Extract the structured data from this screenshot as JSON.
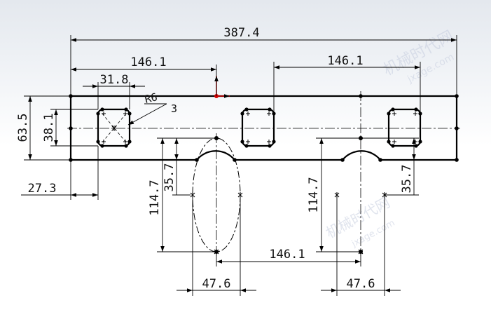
{
  "drawing": {
    "dimensions": {
      "overall_length": "387.4",
      "left_slot_offset": "146.1",
      "right_slot_offset": "146.1",
      "bottom_center_offset": "146.1",
      "square_width": "31.8",
      "height_total": "63.5",
      "height_inner": "38.1",
      "left_edge_offset": "27.3",
      "left_depth_short": "35.7",
      "left_depth_long": "114.7",
      "right_depth_short": "35.7",
      "right_depth_long": "114.7",
      "left_ellipse_width": "47.6",
      "right_ellipse_width": "47.6"
    },
    "notes": {
      "radius": "R6",
      "count": "3"
    },
    "watermark": {
      "line1": "机械时代网",
      "line2": "jxage.com"
    },
    "colors": {
      "geometry": "#000000",
      "dimension": "#000000",
      "origin_x": "#d40000",
      "origin_y": "#d40000"
    }
  }
}
